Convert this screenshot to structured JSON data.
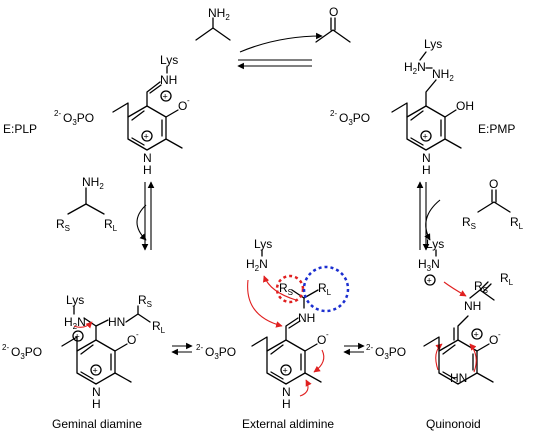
{
  "colors": {
    "accent_red": "#e02020",
    "accent_blue": "#1c2fd0",
    "ink": "#000000"
  },
  "labels": {
    "e_plp": "E:PLP",
    "e_pmp": "E:PMP",
    "geminal": "Geminal diamine",
    "external": "External aldimine",
    "quinonoid": "Quinonoid"
  },
  "atoms": {
    "lys": "Lys",
    "nh": "NH",
    "nh2": "NH",
    "h2n": "H",
    "h3n": "H",
    "oh": "OH",
    "o": "O",
    "n": "N",
    "h": "H",
    "hn": "HN",
    "r": "R",
    "s": "S",
    "l": "L",
    "po": "PO",
    "o3": "O",
    "sup2minus": "2-",
    "sub2": "2",
    "sub3": "3",
    "minus": "-",
    "plus": "+"
  },
  "reagents": {
    "amine": "isopropylamine (NH2)",
    "ketone": "acetone (O)"
  }
}
